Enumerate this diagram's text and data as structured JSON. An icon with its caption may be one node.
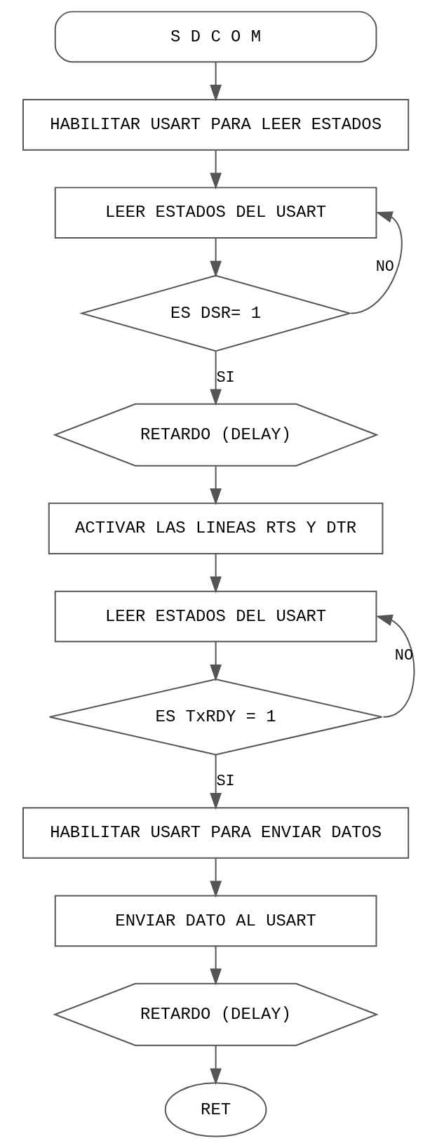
{
  "diagram": {
    "nodes": [
      {
        "text": [
          "S D C O M"
        ]
      },
      {
        "text": [
          "HABILITAR USART PARA LEER ESTADOS"
        ]
      },
      {
        "text": [
          "LEER ESTADOS DEL USART"
        ]
      },
      {
        "text": [
          "ES DSR= 1"
        ]
      },
      {
        "text": [
          "RETARDO (DELAY)"
        ]
      },
      {
        "text": [
          "ACTIVAR LAS LINEAS RTS Y DTR"
        ]
      },
      {
        "text": [
          "LEER ESTADOS DEL USART"
        ]
      },
      {
        "text": [
          "ES TxRDY = 1"
        ]
      },
      {
        "text": [
          "HABILITAR USART PARA ENVIAR DATOS"
        ]
      },
      {
        "text": [
          "ENVIAR DATO AL USART"
        ]
      },
      {
        "text": [
          "RETARDO (DELAY)"
        ]
      },
      {
        "text": [
          "RET"
        ]
      }
    ],
    "edges": [
      {
        "from": 0,
        "to": 1,
        "arrow": "to"
      },
      {
        "from": 1,
        "to": 2,
        "arrow": "to"
      },
      {
        "from": 2,
        "to": 3,
        "arrow": "to"
      },
      {
        "from": 3,
        "to": 4,
        "arrow": "to",
        "label": "SI"
      },
      {
        "from": 3,
        "to": 2,
        "arrow": "to",
        "label": "NO"
      },
      {
        "from": 4,
        "to": 5,
        "arrow": "to"
      },
      {
        "from": 5,
        "to": 6,
        "arrow": "to"
      },
      {
        "from": 6,
        "to": 7,
        "arrow": "to"
      },
      {
        "from": 7,
        "to": 8,
        "arrow": "to",
        "label": "SI"
      },
      {
        "from": 7,
        "to": 6,
        "arrow": "to",
        "label": "NO"
      },
      {
        "from": 8,
        "to": 9,
        "arrow": "to"
      },
      {
        "from": 9,
        "to": 10,
        "arrow": "to"
      },
      {
        "from": 10,
        "to": 11,
        "arrow": "to"
      }
    ]
  }
}
